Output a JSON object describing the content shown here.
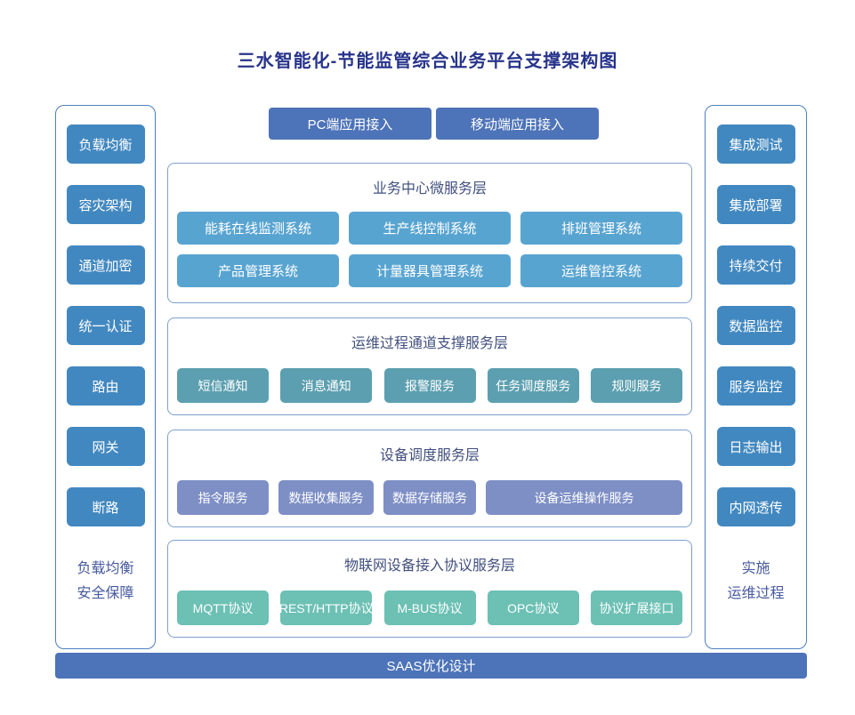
{
  "title": "三水智能化-节能监管综合业务平台支撑架构图",
  "left_panel": {
    "items": [
      "负载均衡",
      "容灾架构",
      "通道加密",
      "统一认证",
      "路由",
      "网关",
      "断路"
    ],
    "caption_lines": [
      "负载均衡",
      "安全保障"
    ]
  },
  "right_panel": {
    "items": [
      "集成测试",
      "集成部署",
      "持续交付",
      "数据监控",
      "服务监控",
      "日志输出",
      "内网透传"
    ],
    "caption_lines": [
      "实施",
      "运维过程"
    ]
  },
  "access_buttons": {
    "pc": "PC端应用接入",
    "mobile": "移动端应用接入"
  },
  "layers": [
    {
      "title": "业务中心微服务层",
      "rows": [
        [
          "能耗在线监测系统",
          "生产线控制系统",
          "排班管理系统"
        ],
        [
          "产品管理系统",
          "计量器具管理系统",
          "运维管控系统"
        ]
      ]
    },
    {
      "title": "运维过程通道支撑服务层",
      "rows": [
        [
          "短信通知",
          "消息通知",
          "报警服务",
          "任务调度服务",
          "规则服务"
        ]
      ]
    },
    {
      "title": "设备调度服务层",
      "rows": [
        [
          "指令服务",
          "数据收集服务",
          "数据存储服务",
          "设备运维操作服务"
        ]
      ]
    },
    {
      "title": "物联网设备接入协议服务层",
      "rows": [
        [
          "MQTT协议",
          "REST/HTTP协议",
          "M-BUS协议",
          "OPC协议",
          "协议扩展接口"
        ]
      ]
    }
  ],
  "footer": "SAAS优化设计",
  "colors": {
    "title-text": "#27348b",
    "header-text": "#42507e",
    "caption-text": "#475a9e",
    "panel-border": "#4c7fbd",
    "layer-border": "#7fa0cd",
    "sidebar-box": "#4288c0",
    "indigo-box": "#4d73b8",
    "sky-box": "#58a4d1",
    "teal-box": "#5c9fb0",
    "periwinkle-box": "#7e8fc6",
    "green-box": "#6cc0b4"
  }
}
